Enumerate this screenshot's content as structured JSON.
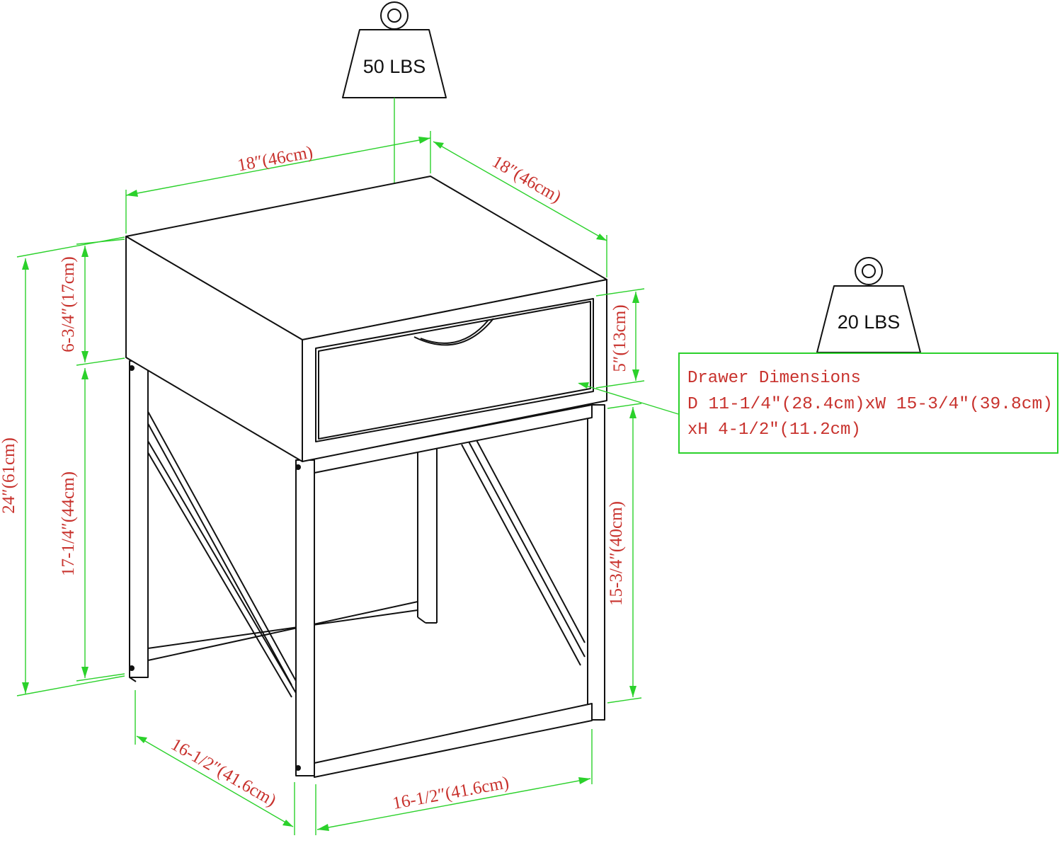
{
  "weights": {
    "top_load": "50 LBS",
    "drawer_load": "20 LBS"
  },
  "dimensions": {
    "top_width": "18″(46cm)",
    "top_depth": "18″(46cm)",
    "total_height": "24″(61cm)",
    "cabinet_height": "6-3/4″(17cm)",
    "leg_height_left": "17-1/4″(44cm)",
    "drawer_front_height": "5″(13cm)",
    "leg_height_right": "15-3/4″(40cm)",
    "base_depth": "16-1/2″(41.6cm)",
    "base_width": "16-1/2″(41.6cm)"
  },
  "drawer_box": {
    "title": "Drawer Dimensions",
    "line1": "D 11-1/4″(28.4cm)xW 15-3/4″(39.8cm)",
    "line2": "xH 4-1/2″(11.2cm)"
  },
  "colors": {
    "outline": "#111111",
    "dimension_lines": "#2bd12b",
    "dimension_text": "#c8322d"
  }
}
